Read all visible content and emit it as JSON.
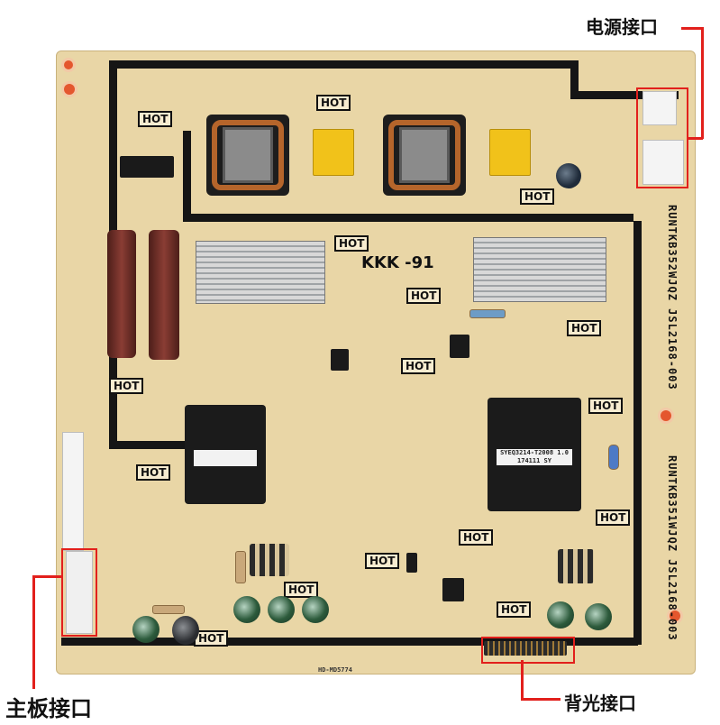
{
  "callouts": {
    "power_port": "电源接口",
    "mainboard_port": "主板接口",
    "backlight_port": "背光接口"
  },
  "board": {
    "model_text": "KKK -91",
    "side_code_top": "RUNTKB352WJQZ JSL2168-003",
    "side_code_bottom": "RUNTKB351WJQZ JSL2168-003",
    "hot_label": "HOT",
    "transformer_label": "SYEQ3214-T2008 1.0 174111 SY",
    "bottom_code": "HD-MD5774"
  },
  "colors": {
    "board": "#e9d6a6",
    "trace": "#151515",
    "callout": "#e2201c"
  }
}
